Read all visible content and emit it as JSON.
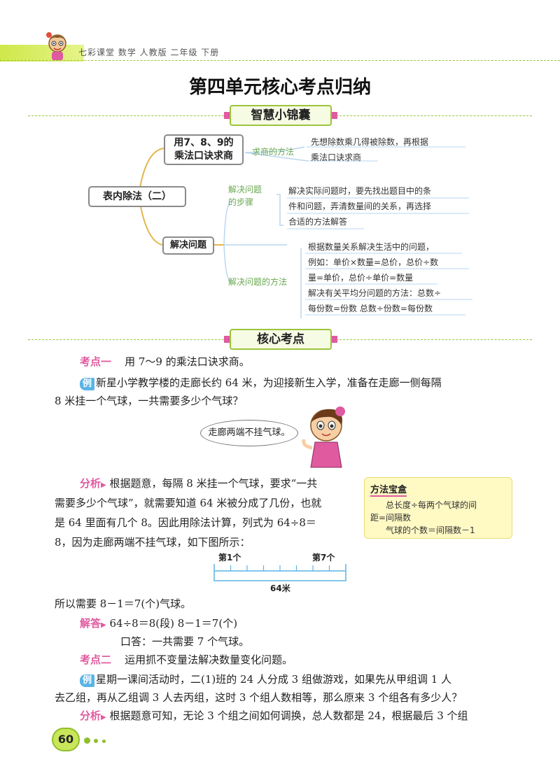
{
  "header": {
    "text": "七彩课堂   数学 人教版 二年级 下册"
  },
  "title": "第四单元核心考点归纳",
  "sections": {
    "wisdom": "智慧小锦囊",
    "core": "核心考点"
  },
  "mindmap": {
    "root": "表内除法（二）",
    "branch1": {
      "label_line1": "用7、8、9的",
      "label_line2": "乘法口诀求商",
      "method": "求商的方法",
      "desc1": "先想除数乘几得被除数，再根据",
      "desc2": "乘法口诀求商"
    },
    "branch2": {
      "label": "解决问题",
      "steps_line1": "解决问题",
      "steps_line2": "的步骤",
      "steps_desc1": "解决实际问题时，要先找出题目中的条",
      "steps_desc2": "件和问题，弄清数量间的关系，再选择",
      "steps_desc3": "合适的方法解答",
      "method": "解决问题的方法",
      "m1": "根据数量关系解决生活中的问题，",
      "m2": "例如：单价×数量=总价，总价÷数",
      "m3": "量=单价，总价÷单价=数量",
      "m4": "解决有关平均分问题的方法：总数÷",
      "m5": "每份数=份数  总数÷份数=每份数"
    }
  },
  "kp1": {
    "tag": "考点一",
    "text": "用 7～9 的乘法口诀求商。"
  },
  "ex1": {
    "tag": "例",
    "line1": "新星小学教学楼的走廊长约 64 米，为迎接新生入学，准备在走廊一侧每隔",
    "line2": "8 米挂一个气球，一共需要多少个气球？"
  },
  "bubble": "走廊两端不挂气球。",
  "analysis1": {
    "tag": "分析",
    "line1": "根据题意，每隔 8 米挂一个气球，要求“一共",
    "line2": "需要多少个气球”，就需要知道 64 米被分成了几份，也就",
    "line3": "是 64 里面有几个 8。因此用除法计算，列式为 64÷8＝",
    "line4": "8，因为走廊两端不挂气球，如下图所示："
  },
  "method_box": {
    "title": "方法宝盒",
    "line1": "总长度÷每两个气球的间",
    "line2": "距=间隔数",
    "line3": "气球的个数＝间隔数－1"
  },
  "ruler": {
    "first": "第1个",
    "seventh": "第7个",
    "length": "64米"
  },
  "after_ruler": "所以需要 8－1＝7(个)气球。",
  "answer1": {
    "tag": "解答",
    "calc": "64÷8＝8(段)    8－1＝7(个)",
    "reply": "口答：一共需要 7 个气球。"
  },
  "kp2": {
    "tag": "考点二",
    "text": "运用抓不变量法解决数量变化问题。"
  },
  "ex2": {
    "tag": "例",
    "line1": "星期一课间活动时，二(1)班的 24 人分成 3 组做游戏，如果先从甲组调 1 人",
    "line2": "去乙组，再从乙组调 3 人去丙组，这时 3 个组人数相等，那么原来 3 个组各有多少人？"
  },
  "analysis2": {
    "tag": "分析",
    "line1": "根据题意可知，无论 3 个组之间如何调换，总人数都是 24，根据最后 3 个组"
  },
  "page_number": "60",
  "colors": {
    "accent_green": "#9bc43a",
    "pink": "#e05aa0",
    "blue_tag": "#5ab4e6",
    "method_bg": "#fff9c4"
  }
}
